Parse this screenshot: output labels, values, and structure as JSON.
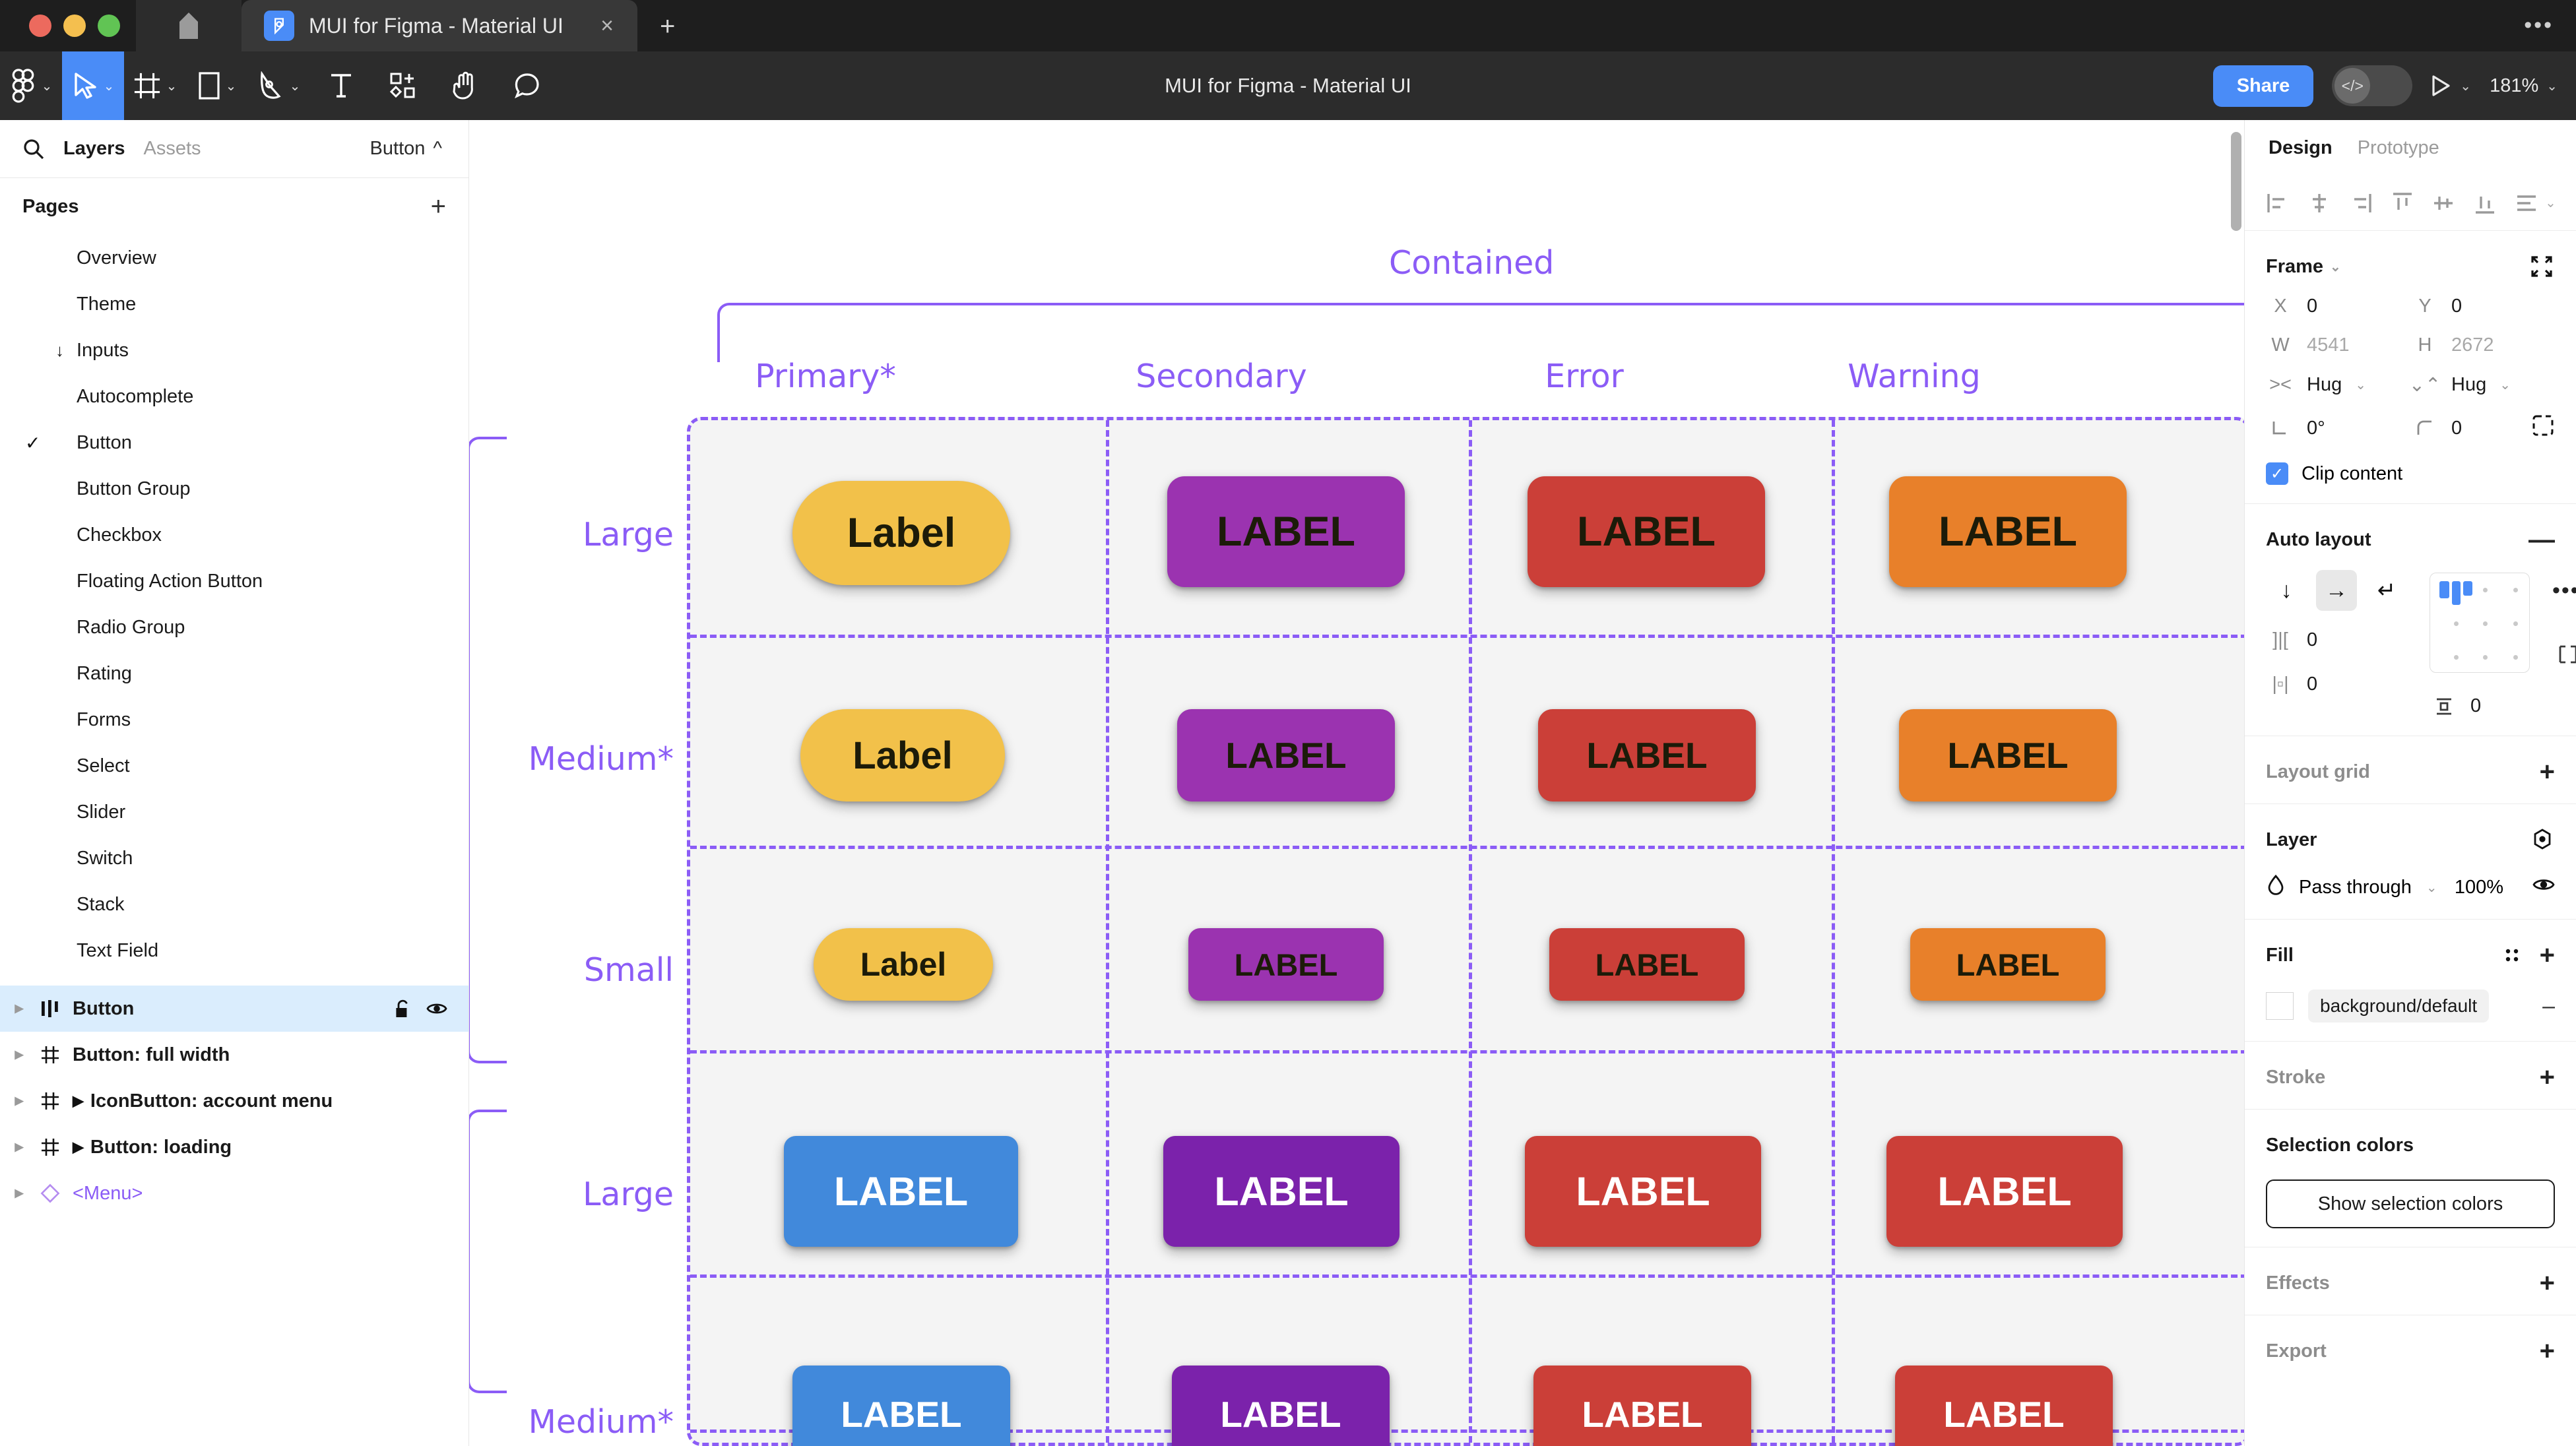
{
  "window": {
    "traffic_lights": [
      "close",
      "minimize",
      "maximize"
    ],
    "home_tab_icon": "home-icon",
    "tab_title": "MUI for Figma - Material UI",
    "tab_close": "×",
    "new_tab": "+",
    "window_menu": "•••"
  },
  "toolbar": {
    "tools": [
      {
        "name": "figma-menu-icon",
        "caret": true
      },
      {
        "name": "move-cursor-icon",
        "caret": true,
        "active": true
      },
      {
        "name": "frame-icon",
        "caret": true
      },
      {
        "name": "shape-rectangle-icon",
        "caret": true
      },
      {
        "name": "pen-icon",
        "caret": true
      },
      {
        "name": "text-icon",
        "caret": false
      },
      {
        "name": "resources-icon",
        "caret": false
      },
      {
        "name": "hand-icon",
        "caret": false
      },
      {
        "name": "comment-icon",
        "caret": false
      }
    ],
    "document_title": "MUI for Figma - Material UI",
    "share_label": "Share",
    "code_toggle_icon": "code-icon",
    "present_icon": "play-icon",
    "zoom_level": "181%"
  },
  "left_panel": {
    "search_icon": "search-icon",
    "tabs": [
      {
        "label": "Layers",
        "active": true
      },
      {
        "label": "Assets",
        "active": false
      }
    ],
    "component_selector": "Button",
    "pages_header": "Pages",
    "pages_add": "+",
    "pages": [
      {
        "label": "Overview",
        "level": 1,
        "checked": false,
        "arrow": false
      },
      {
        "label": "Theme",
        "level": 1,
        "checked": false,
        "arrow": false
      },
      {
        "label": "Inputs",
        "level": 1,
        "checked": false,
        "arrow": true
      },
      {
        "label": "Autocomplete",
        "level": 2,
        "checked": false,
        "arrow": false
      },
      {
        "label": "Button",
        "level": 2,
        "checked": true,
        "arrow": false
      },
      {
        "label": "Button Group",
        "level": 2,
        "checked": false,
        "arrow": false
      },
      {
        "label": "Checkbox",
        "level": 2,
        "checked": false,
        "arrow": false
      },
      {
        "label": "Floating Action Button",
        "level": 2,
        "checked": false,
        "arrow": false
      },
      {
        "label": "Radio Group",
        "level": 2,
        "checked": false,
        "arrow": false
      },
      {
        "label": "Rating",
        "level": 2,
        "checked": false,
        "arrow": false
      },
      {
        "label": "Forms",
        "level": 2,
        "checked": false,
        "arrow": false
      },
      {
        "label": "Select",
        "level": 2,
        "checked": false,
        "arrow": false
      },
      {
        "label": "Slider",
        "level": 2,
        "checked": false,
        "arrow": false
      },
      {
        "label": "Switch",
        "level": 2,
        "checked": false,
        "arrow": false
      },
      {
        "label": "Stack",
        "level": 2,
        "checked": false,
        "arrow": false
      },
      {
        "label": "Text Field",
        "level": 2,
        "checked": false,
        "arrow": false
      }
    ],
    "layers": [
      {
        "label": "Button",
        "icon": "component-set-icon",
        "selected": true,
        "expandable": true,
        "sub_arrow": false,
        "lock": true,
        "eye": true,
        "menu": false
      },
      {
        "label": "Button: full width",
        "icon": "frame-icon",
        "selected": false,
        "expandable": true,
        "sub_arrow": false,
        "lock": false,
        "eye": false,
        "menu": false
      },
      {
        "label": "IconButton: account menu",
        "icon": "frame-icon",
        "selected": false,
        "expandable": true,
        "sub_arrow": true,
        "lock": false,
        "eye": false,
        "menu": false
      },
      {
        "label": "Button: loading",
        "icon": "frame-icon",
        "selected": false,
        "expandable": true,
        "sub_arrow": true,
        "lock": false,
        "eye": false,
        "menu": false
      },
      {
        "label": "<Menu>",
        "icon": "instance-icon",
        "selected": false,
        "expandable": true,
        "sub_arrow": false,
        "lock": false,
        "eye": false,
        "menu": true
      }
    ]
  },
  "canvas": {
    "container_label": "Contained",
    "columns": [
      "Primary*",
      "Secondary",
      "Error",
      "Warning"
    ],
    "rows": [
      "Large",
      "Medium*",
      "Small",
      "Large",
      "Medium*"
    ],
    "button_label_sentence": "Label",
    "button_label_caps": "LABEL",
    "colors": {
      "primary_yellow": "#f2c14a",
      "secondary_purple": "#9b33b0",
      "error_red": "#cb3f38",
      "warning_orange": "#e8802a",
      "primary_blue": "#4189db",
      "secondary_purple_dark": "#7b22ab",
      "guide_purple": "#8b5cf6",
      "grid_bg": "#f4f4f4"
    },
    "grid": [
      {
        "row": "Large",
        "size": "large",
        "shape": "pill",
        "variant": "sentence",
        "cells": [
          "primary_yellow",
          "secondary_purple",
          "error_red",
          "warning_orange"
        ]
      },
      {
        "row": "Medium*",
        "size": "medium",
        "shape": "pill",
        "variant": "sentence",
        "cells": [
          "primary_yellow",
          "secondary_purple",
          "error_red",
          "warning_orange"
        ]
      },
      {
        "row": "Small",
        "size": "small",
        "shape": "pill",
        "variant": "sentence",
        "cells": [
          "primary_yellow",
          "secondary_purple",
          "error_red",
          "warning_orange"
        ]
      },
      {
        "row": "Large",
        "size": "large",
        "shape": "rect",
        "variant": "caps",
        "cells": [
          "primary_blue",
          "secondary_purple_dark",
          "error_red",
          "error_red"
        ]
      },
      {
        "row": "Medium*",
        "size": "medium",
        "shape": "rect",
        "variant": "caps",
        "cells": [
          "primary_blue",
          "secondary_purple_dark",
          "error_red",
          "error_red"
        ]
      }
    ]
  },
  "right_panel": {
    "tabs": [
      {
        "label": "Design",
        "active": true
      },
      {
        "label": "Prototype",
        "active": false
      }
    ],
    "align_icons": [
      "align-left-icon",
      "align-horizontal-center-icon",
      "align-right-icon",
      "align-top-icon",
      "align-vertical-center-icon",
      "align-bottom-icon",
      "distribute-icon"
    ],
    "frame": {
      "title": "Frame",
      "x_key": "X",
      "x_value": "0",
      "y_key": "Y",
      "y_value": "0",
      "w_key": "W",
      "w_value": "4541",
      "h_key": "H",
      "h_value": "2672",
      "resize_w": "Hug",
      "resize_h": "Hug",
      "rotation": "0°",
      "corner_radius": "0",
      "clip_content_label": "Clip content",
      "clip_content_checked": true,
      "collapse_icon": "collapse-icon",
      "independent_corners_icon": "independent-corners-icon"
    },
    "auto_layout": {
      "title": "Auto layout",
      "remove_icon": "minus-icon",
      "direction_vertical_icon": "arrow-down-icon",
      "direction_horizontal_icon": "arrow-right-icon",
      "direction_wrap_icon": "wrap-icon",
      "direction_selected": "horizontal",
      "gap_value": "0",
      "padding_horizontal": "0",
      "padding_vertical": "0",
      "more_icon": "more-horizontal-icon",
      "advanced_icon": "advanced-layout-icon"
    },
    "layout_grid": {
      "title": "Layout grid",
      "add": "+"
    },
    "layer": {
      "title": "Layer",
      "blend_mode": "Pass through",
      "opacity": "100%",
      "visibility_icon": "eye-icon",
      "mask_icon": "mask-icon"
    },
    "fill": {
      "title": "Fill",
      "style_icon": "styles-icon",
      "add": "+",
      "token": "background/default",
      "remove": "–"
    },
    "stroke": {
      "title": "Stroke",
      "add": "+"
    },
    "selection_colors": {
      "title": "Selection colors",
      "button_label": "Show selection colors"
    },
    "effects": {
      "title": "Effects",
      "add": "+"
    },
    "export": {
      "title": "Export",
      "add": "+"
    }
  }
}
